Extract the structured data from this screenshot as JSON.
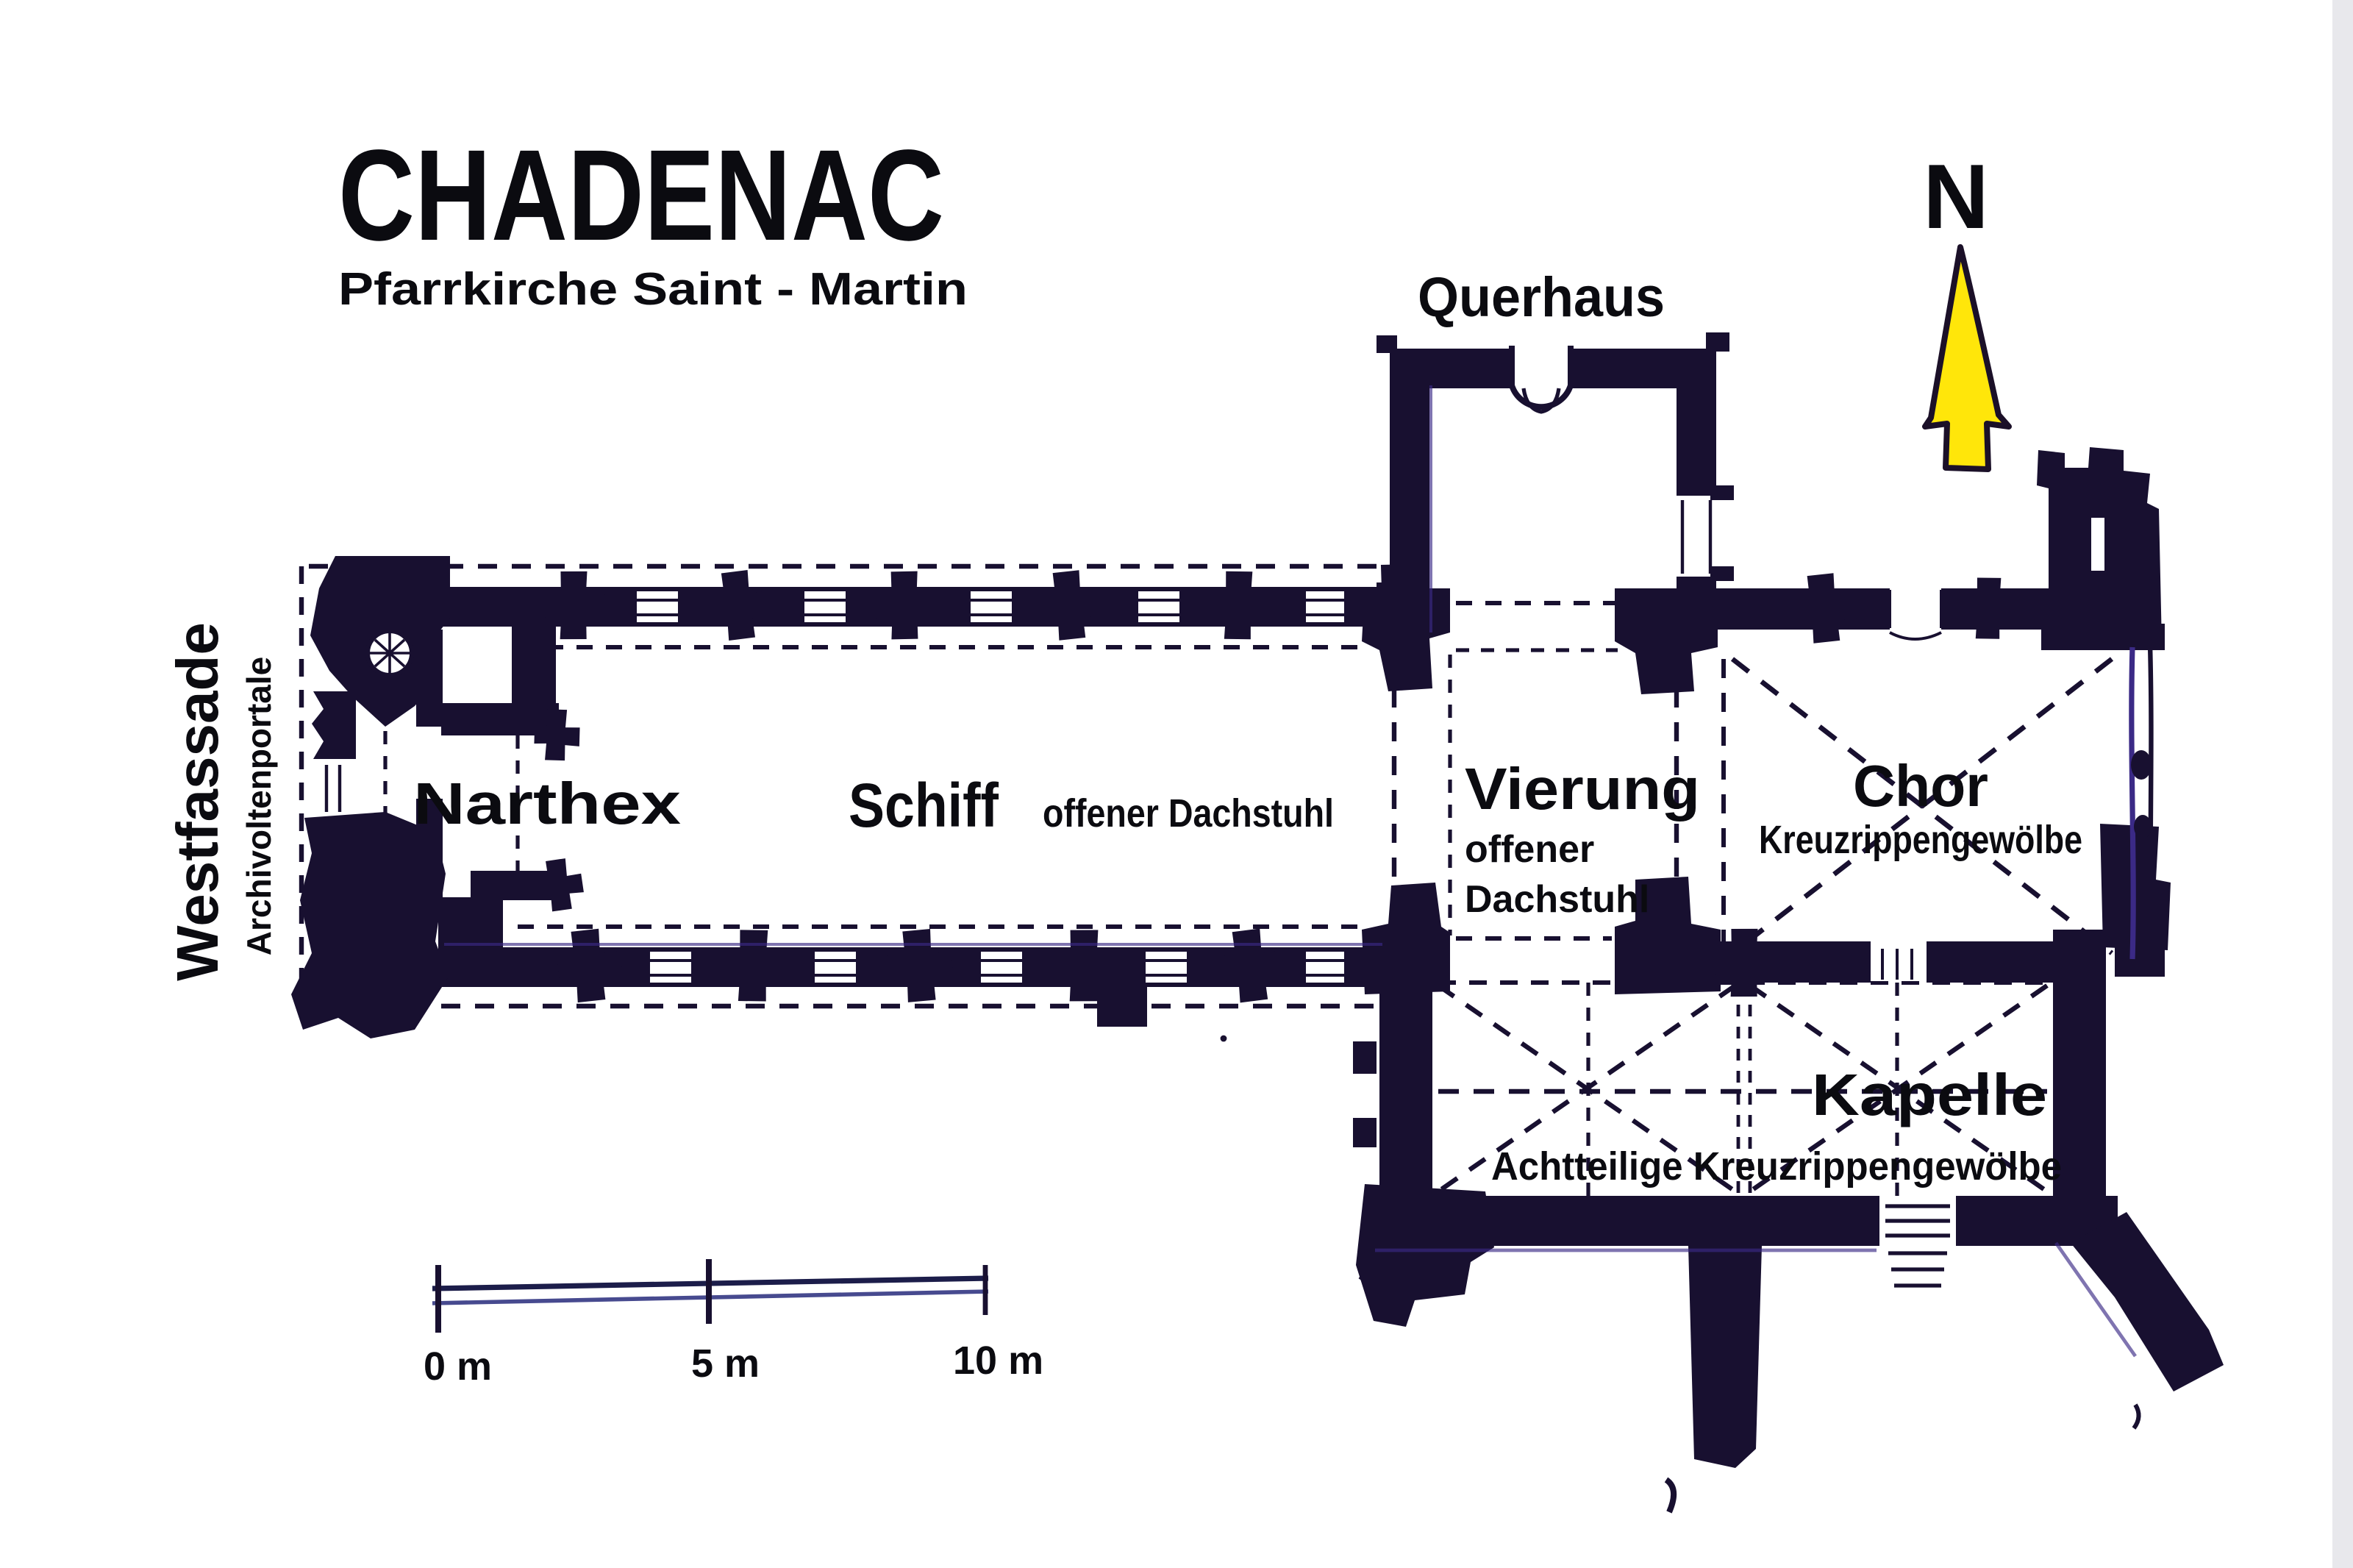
{
  "page": {
    "background": "#ffffff",
    "ink_color": "#181030",
    "accent_purple": "#3b2a86",
    "edge_strip_color": "#e8e8ec"
  },
  "title": {
    "main": "CHADENAC",
    "subtitle": "Pfarrkirche Saint - Martin"
  },
  "compass": {
    "label": "N",
    "arrow_color": "#ffe60a"
  },
  "exterior_labels": {
    "querhaus": "Querhaus",
    "westfassade": "Westfassade",
    "archivoltenportale": "Archivoltenportale"
  },
  "rooms": {
    "narthex": {
      "name": "Narthex"
    },
    "schiff": {
      "name": "Schiff",
      "note": "offener Dachstuhl"
    },
    "vierung": {
      "name": "Vierung",
      "note_line1": "offener",
      "note_line2": "Dachstuhl"
    },
    "chor": {
      "name": "Chor",
      "note": "Kreuzrippengewölbe"
    },
    "kapelle": {
      "name": "Kapelle",
      "note": "Achtteilige Kreuzrippengewölbe"
    }
  },
  "scale_bar": {
    "ticks": [
      "0 m",
      "5 m",
      "10 m"
    ]
  }
}
